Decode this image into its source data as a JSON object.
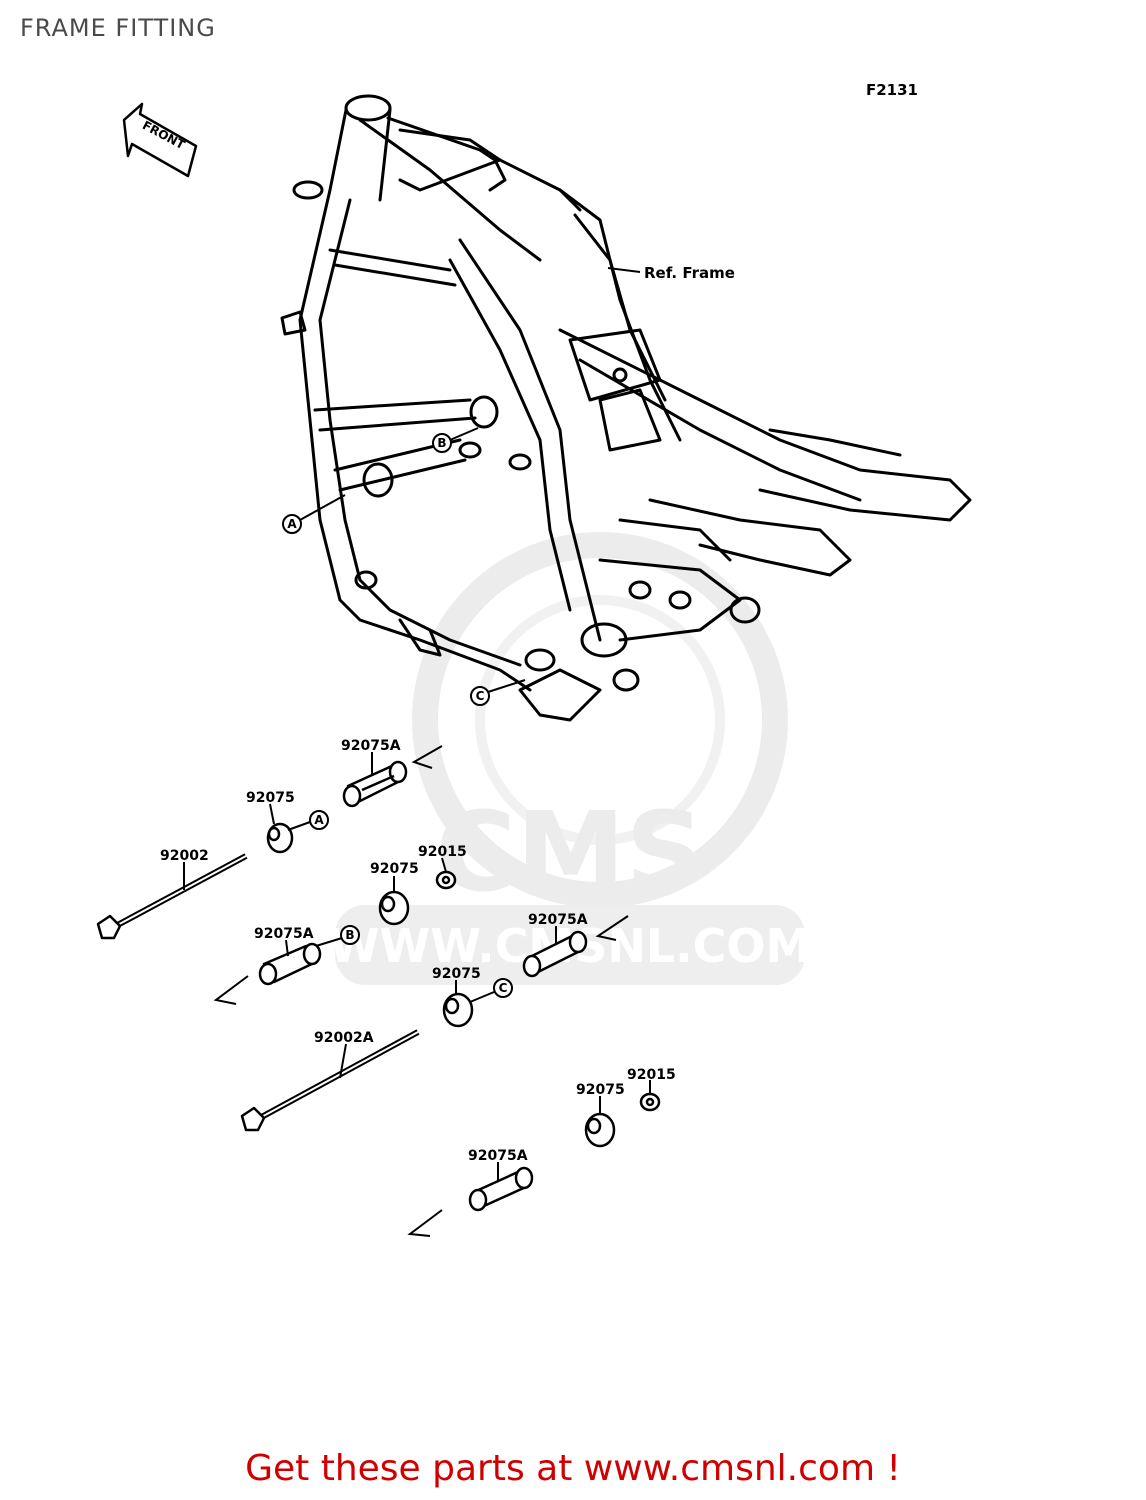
{
  "page": {
    "title": "FRAME FITTING"
  },
  "diagram": {
    "code": "F2131",
    "front_label": "FRONT",
    "ref_label": "Ref. Frame",
    "callouts": [
      "A",
      "B",
      "C"
    ],
    "parts": [
      {
        "number": "92075A"
      },
      {
        "number": "92075"
      },
      {
        "number": "92002"
      },
      {
        "number": "92015"
      },
      {
        "number": "92075"
      },
      {
        "number": "92075A"
      },
      {
        "number": "92075A"
      },
      {
        "number": "92075"
      },
      {
        "number": "92002A"
      },
      {
        "number": "92015"
      },
      {
        "number": "92075"
      },
      {
        "number": "92075A"
      }
    ]
  },
  "watermark": {
    "brand": "CMS",
    "url": "WWW.CMSNL.COM"
  },
  "footer": {
    "cta": "Get these parts at www.cmsnl.com !",
    "link_color": "#d10000"
  }
}
